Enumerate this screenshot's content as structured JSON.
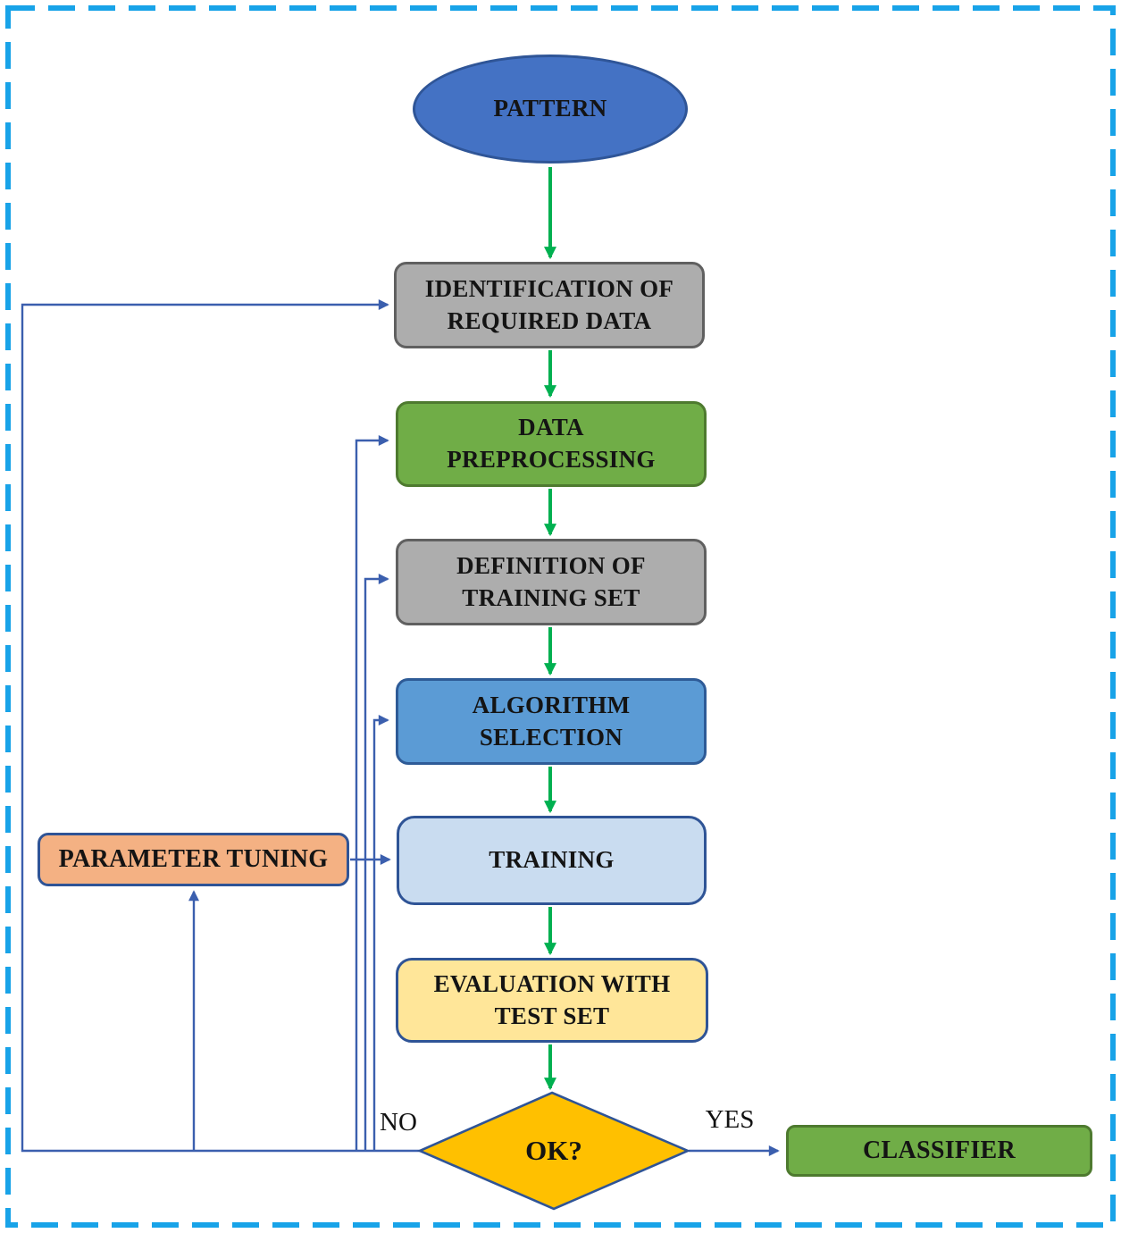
{
  "diagram": {
    "title_semantics": "supervised machine learning process flowchart",
    "colors": {
      "frame": "#18A3E8",
      "flow_arrow": "#00B050",
      "feedback_arrow": "#3B5FAE",
      "text": "#141414"
    },
    "nodes": {
      "pattern": {
        "label": "PATTERN",
        "fill": "#4472C4",
        "border_color": "#2F5597"
      },
      "identification": {
        "label": "IDENTIFICATION OF\nREQUIRED DATA",
        "fill": "#ADADAD",
        "border_color": "#606060"
      },
      "preprocessing": {
        "label": "DATA\nPREPROCESSING",
        "fill": "#70AD47",
        "border_color": "#4E7A2F"
      },
      "training_set": {
        "label": "DEFINITION OF\nTRAINING SET",
        "fill": "#ADADAD",
        "border_color": "#606060"
      },
      "algorithm": {
        "label": "ALGORITHM\nSELECTION",
        "fill": "#5B9BD5",
        "border_color": "#2E5B97"
      },
      "training": {
        "label": "TRAINING",
        "fill": "#C9DCF0",
        "border_color": "#2F5496"
      },
      "evaluation": {
        "label": "EVALUATION WITH\nTEST SET",
        "fill": "#FFE699",
        "border_color": "#2F5496"
      },
      "decision": {
        "label": "OK?",
        "fill": "#FFC000",
        "border_color": "#2F5496"
      },
      "parameter_tuning": {
        "label": "PARAMETER TUNING",
        "fill": "#F4B183",
        "border_color": "#2F5496"
      },
      "classifier": {
        "label": "CLASSIFIER",
        "fill": "#70AD47",
        "border_color": "#4E7A2F"
      }
    },
    "edge_labels": {
      "no": "NO",
      "yes": "YES"
    }
  }
}
